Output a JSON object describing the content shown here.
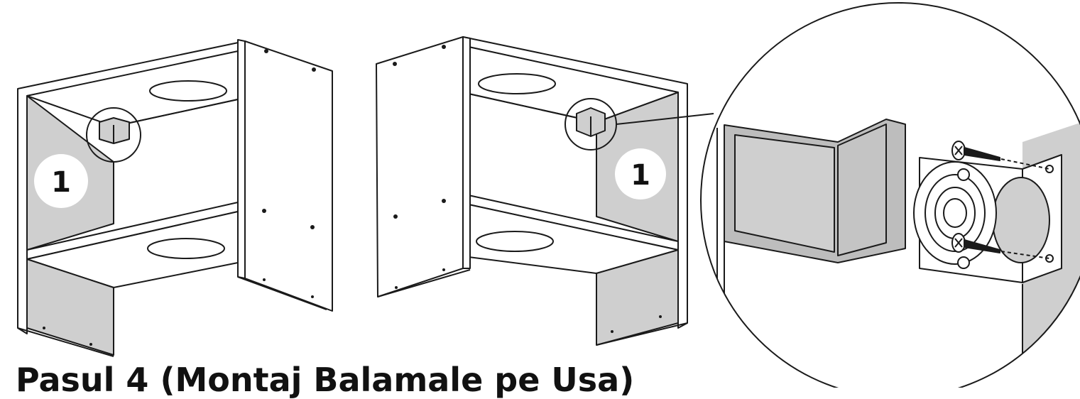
{
  "title": "Pasul 4 (Montaj Balamale pe Usa)",
  "callouts": {
    "left_panel_number": "1",
    "right_panel_number": "1"
  },
  "colors": {
    "line": "#1a1a1a",
    "shade": "#cfcfcf",
    "shade_dark": "#bdbdbd",
    "paper": "#ffffff"
  }
}
